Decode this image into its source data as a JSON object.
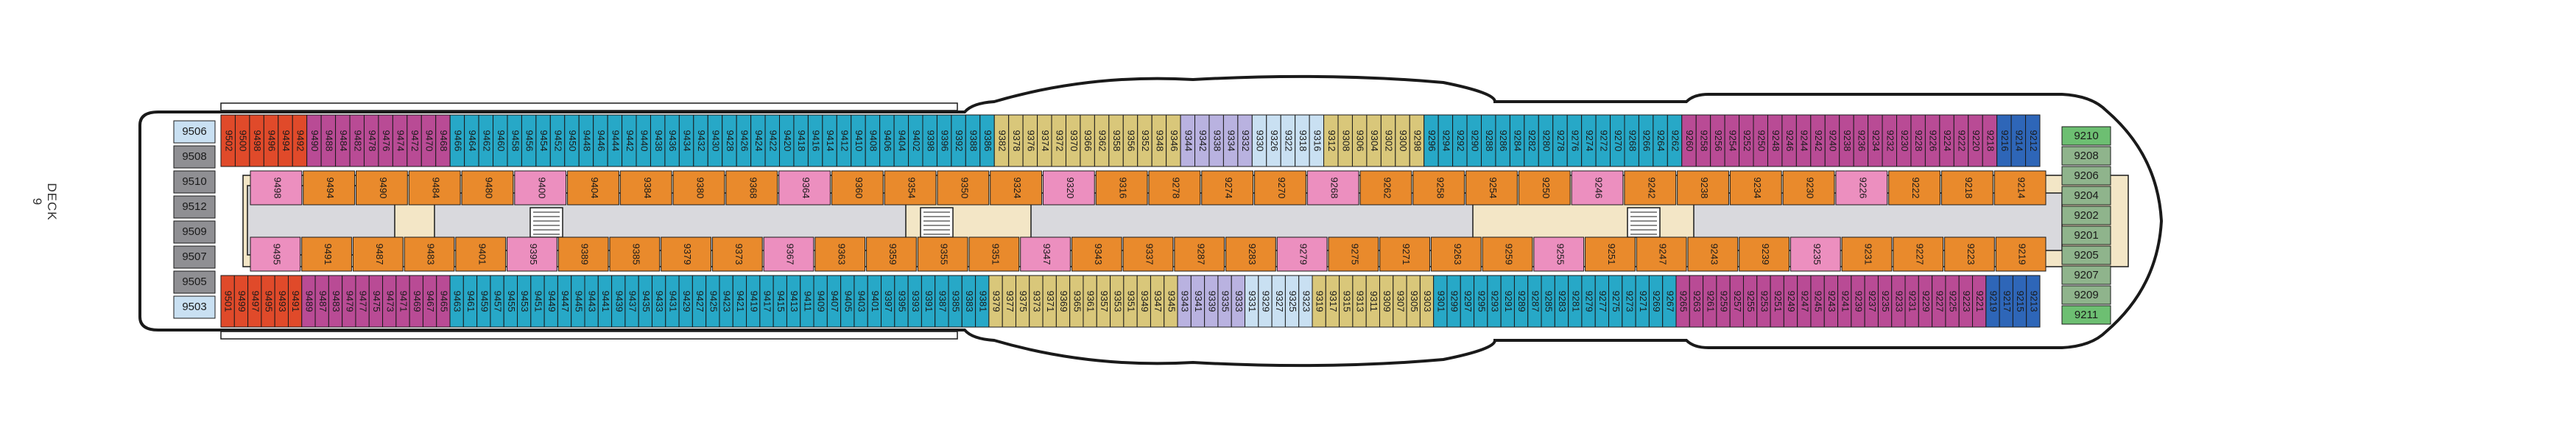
{
  "deck": {
    "label": "DECK 9"
  },
  "colors": {
    "outline": "#1a1a1a",
    "corridor": "#f3e6c6",
    "open_deck": "#d9d9dd",
    "inside_cabin": "#f2c27a",
    "oceanview": "#27a8c7",
    "balcony_magenta": "#b94b95",
    "balcony_purple": "#c28bd0",
    "suite_gold": "#d9c77a",
    "orange": "#e98a2c",
    "pink": "#ec8fbf",
    "lavender": "#b9b2e0",
    "pale_blue": "#c9e0f2",
    "gray": "#8f8f93",
    "green": "#6dbf72",
    "red": "#e04a2a",
    "dark_blue": "#2e66b8"
  },
  "left_block_labels": [
    "9506",
    "9508",
    "9510",
    "9512",
    "9509",
    "9507",
    "9505",
    "9503"
  ],
  "right_block_labels": [
    "9210",
    "9208",
    "9206",
    "9204",
    "9202",
    "9201",
    "9205",
    "9207",
    "9209",
    "9211"
  ],
  "top_row_labels": [
    "9502",
    "9500",
    "9498",
    "9496",
    "9494",
    "9492",
    "9490",
    "9488",
    "9484",
    "9482",
    "9478",
    "9476",
    "9474",
    "9472",
    "9470",
    "9468",
    "9466",
    "9464",
    "9462",
    "9460",
    "9458",
    "9456",
    "9454",
    "9452",
    "9450",
    "9448",
    "9446",
    "9444",
    "9442",
    "9440",
    "9438",
    "9436",
    "9434",
    "9432",
    "9430",
    "9428",
    "9426",
    "9424",
    "9422",
    "9420",
    "9418",
    "9416",
    "9414",
    "9412",
    "9410",
    "9408",
    "9406",
    "9404",
    "9402",
    "9398",
    "9396",
    "9392",
    "9388",
    "9386",
    "9382",
    "9378",
    "9376",
    "9374",
    "9372",
    "9370",
    "9366",
    "9362",
    "9358",
    "9356",
    "9352",
    "9348",
    "9346",
    "9344",
    "9342",
    "9338",
    "9334",
    "9332",
    "9330",
    "9326",
    "9322",
    "9318",
    "9316",
    "9312",
    "9308",
    "9306",
    "9304",
    "9302",
    "9300",
    "9298",
    "9296",
    "9294",
    "9292",
    "9290",
    "9288",
    "9286",
    "9284",
    "9282",
    "9280",
    "9278",
    "9276",
    "9274",
    "9272",
    "9270",
    "9268",
    "9266",
    "9264",
    "9262",
    "9260",
    "9258",
    "9256",
    "9254",
    "9252",
    "9250",
    "9248",
    "9246",
    "9244",
    "9242",
    "9240",
    "9238",
    "9236",
    "9234",
    "9232",
    "9230",
    "9228",
    "9226",
    "9224",
    "9222",
    "9220",
    "9218",
    "9216",
    "9214",
    "9212"
  ],
  "bottom_row_labels": [
    "9501",
    "9499",
    "9497",
    "9495",
    "9493",
    "9491",
    "9489",
    "9487",
    "9483",
    "9479",
    "9477",
    "9475",
    "9473",
    "9471",
    "9469",
    "9467",
    "9465",
    "9463",
    "9461",
    "9459",
    "9457",
    "9455",
    "9453",
    "9451",
    "9449",
    "9447",
    "9445",
    "9443",
    "9441",
    "9439",
    "9437",
    "9435",
    "9433",
    "9431",
    "9429",
    "9427",
    "9425",
    "9423",
    "9421",
    "9419",
    "9417",
    "9415",
    "9413",
    "9411",
    "9409",
    "9407",
    "9405",
    "9403",
    "9401",
    "9397",
    "9395",
    "9393",
    "9391",
    "9387",
    "9385",
    "9383",
    "9381",
    "9379",
    "9377",
    "9375",
    "9373",
    "9371",
    "9369",
    "9365",
    "9361",
    "9357",
    "9353",
    "9351",
    "9349",
    "9347",
    "9345",
    "9343",
    "9341",
    "9339",
    "9335",
    "9333",
    "9331",
    "9329",
    "9327",
    "9325",
    "9323",
    "9319",
    "9317",
    "9315",
    "9313",
    "9311",
    "9309",
    "9307",
    "9305",
    "9303",
    "9301",
    "9299",
    "9297",
    "9295",
    "9293",
    "9291",
    "9289",
    "9287",
    "9285",
    "9283",
    "9281",
    "9279",
    "9277",
    "9275",
    "9273",
    "9271",
    "9269",
    "9267",
    "9265",
    "9263",
    "9261",
    "9259",
    "9257",
    "9255",
    "9253",
    "9251",
    "9249",
    "9247",
    "9245",
    "9243",
    "9241",
    "9239",
    "9237",
    "9235",
    "9233",
    "9231",
    "9229",
    "9227",
    "9225",
    "9223",
    "9221",
    "9219",
    "9217",
    "9215",
    "9213"
  ],
  "inner_top_labels": [
    "9498",
    "9494",
    "9490",
    "9484",
    "9480",
    "9400",
    "9404",
    "9384",
    "9380",
    "9368",
    "9364",
    "9360",
    "9354",
    "9350",
    "9324",
    "9320",
    "9316",
    "9278",
    "9274",
    "9270",
    "9268",
    "9262",
    "9258",
    "9254",
    "9250",
    "9246",
    "9242",
    "9238",
    "9234",
    "9230",
    "9226",
    "9222",
    "9218",
    "9214"
  ],
  "inner_bottom_labels": [
    "9495",
    "9491",
    "9487",
    "9483",
    "9401",
    "9395",
    "9389",
    "9385",
    "9379",
    "9373",
    "9367",
    "9363",
    "9359",
    "9355",
    "9351",
    "9347",
    "9343",
    "9337",
    "9287",
    "9283",
    "9279",
    "9275",
    "9271",
    "9263",
    "9259",
    "9255",
    "9251",
    "9247",
    "9243",
    "9239",
    "9235",
    "9231",
    "9227",
    "9223",
    "9219"
  ]
}
